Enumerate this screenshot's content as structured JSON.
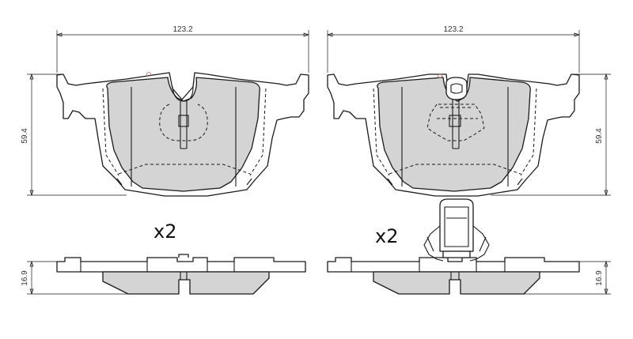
{
  "dimensions": {
    "left_width": "123.2",
    "right_width": "123.2",
    "left_height": "59.4",
    "right_height": "59.4",
    "left_thickness": "16.9",
    "right_thickness": "16.9"
  },
  "quantity": {
    "left": "x2",
    "right": "x2"
  }
}
